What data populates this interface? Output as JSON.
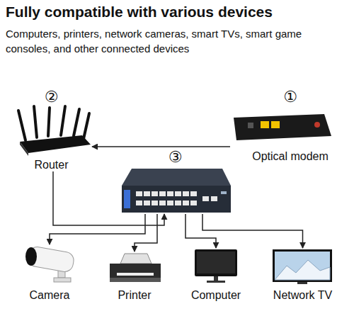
{
  "diagram": {
    "title": "Fully compatible with various devices",
    "caption": "Computers, printers, network cameras, smart TVs, smart game consoles, and other connected devices",
    "nodes": [
      {
        "text": [
          "②",
          "Router"
        ]
      },
      {
        "text": [
          "①",
          "Optical modem"
        ]
      },
      {
        "text": [
          "③"
        ]
      },
      {
        "text": [
          "Camera"
        ]
      },
      {
        "text": [
          "Printer"
        ]
      },
      {
        "text": [
          "Computer"
        ]
      },
      {
        "text": [
          "Network TV"
        ]
      }
    ],
    "edges": [
      {
        "from": 1,
        "to": 0,
        "arrow": "to"
      },
      {
        "from": 0,
        "to": 2,
        "arrow": "to"
      },
      {
        "from": 2,
        "to": 3,
        "arrow": "to"
      },
      {
        "from": 2,
        "to": 4,
        "arrow": "to"
      },
      {
        "from": 2,
        "to": 5,
        "arrow": "to"
      },
      {
        "from": 2,
        "to": 6,
        "arrow": "to"
      }
    ]
  }
}
